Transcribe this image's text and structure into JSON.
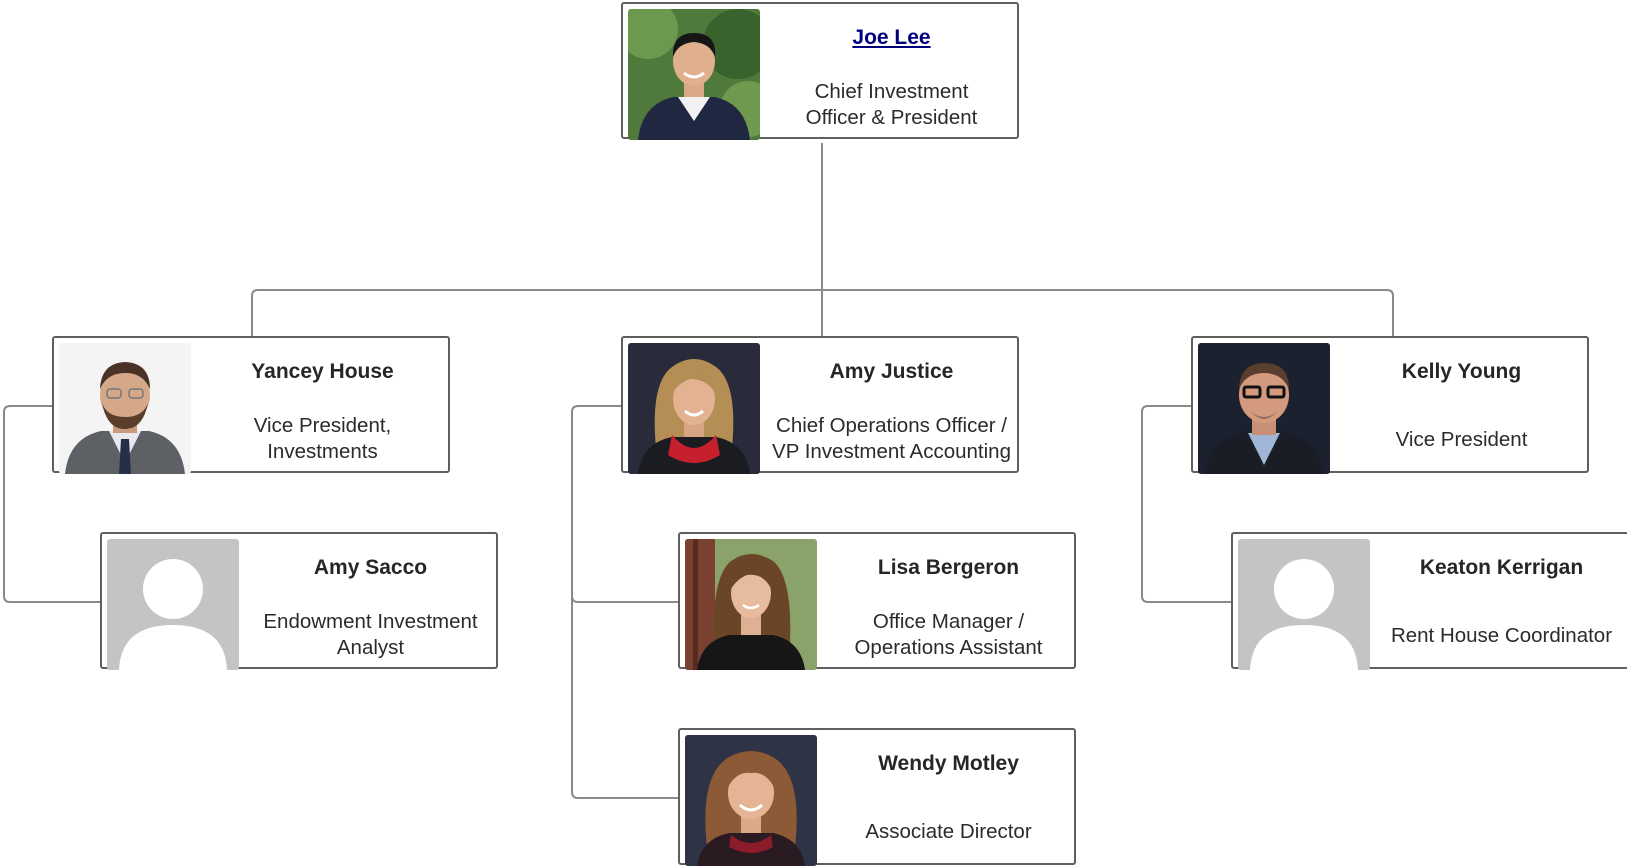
{
  "chart": {
    "line_color": "#8a8a8a",
    "border_color": "#5f5f5f",
    "link_color": "#00007c"
  },
  "people": {
    "joe_lee": {
      "name": "Joe Lee",
      "title_line1": "Chief Investment",
      "title_line2": "Officer & President",
      "photo": "photo-man-suit-outdoor"
    },
    "yancey_house": {
      "name": "Yancey House",
      "title_line1": "Vice President,",
      "title_line2": "Investments",
      "photo": "photo-man-beard-glasses"
    },
    "amy_justice": {
      "name": "Amy Justice",
      "title_line1": "Chief Operations Officer /",
      "title_line2": "VP Investment Accounting",
      "photo": "photo-woman-red-scarf"
    },
    "kelly_young": {
      "name": "Kelly Young",
      "title_line1": "Vice President",
      "photo": "photo-man-glasses-dark-background"
    },
    "amy_sacco": {
      "name": "Amy Sacco",
      "title_line1": "Endowment Investment",
      "title_line2": "Analyst",
      "photo": "default-avatar-placeholder"
    },
    "lisa_bergeron": {
      "name": "Lisa Bergeron",
      "title_line1": "Office Manager /",
      "title_line2": "Operations Assistant",
      "photo": "photo-woman-long-hair"
    },
    "keaton_kerrigan": {
      "name": "Keaton Kerrigan",
      "title_line1": "Rent House Coordinator",
      "photo": "default-avatar-placeholder"
    },
    "wendy_motley": {
      "name": "Wendy Motley",
      "title_line1": "Associate Director",
      "photo": "photo-woman-smiling"
    }
  }
}
